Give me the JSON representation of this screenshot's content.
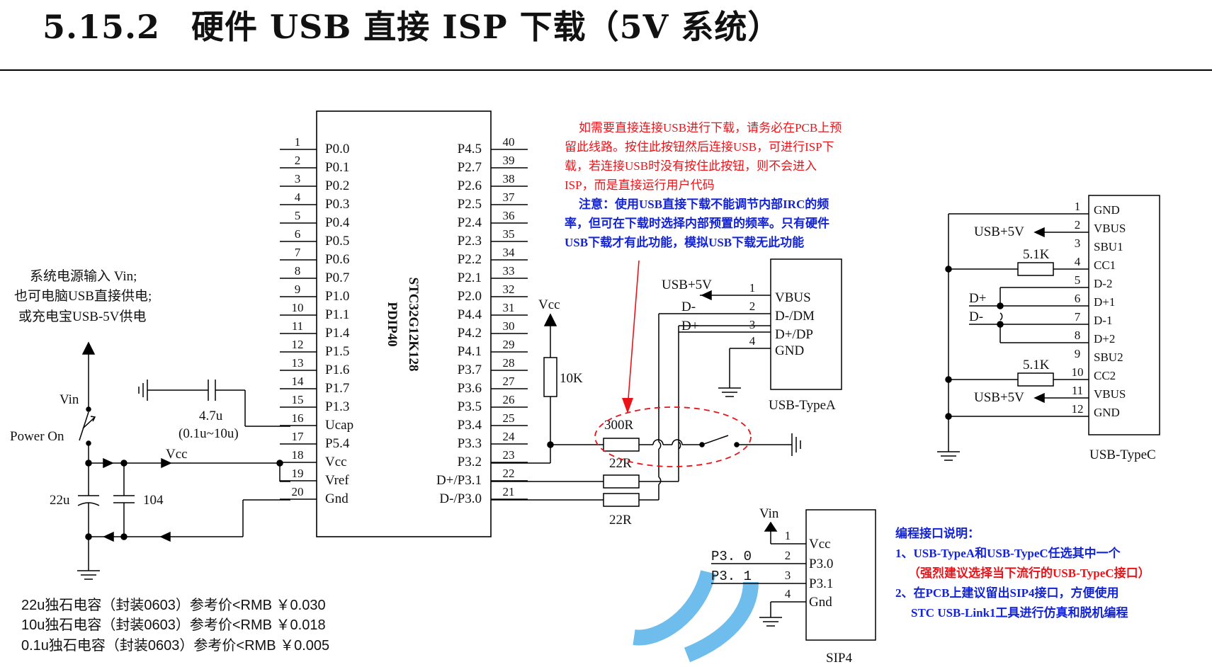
{
  "title": {
    "number": "5.15.2",
    "text": "硬件 USB 直接 ISP 下载（5V 系统）"
  },
  "chip": {
    "name": "STC32G12K128",
    "package": "PDIP40",
    "left_pins": [
      {
        "num": "1",
        "name": "P0.0"
      },
      {
        "num": "2",
        "name": "P0.1"
      },
      {
        "num": "3",
        "name": "P0.2"
      },
      {
        "num": "4",
        "name": "P0.3"
      },
      {
        "num": "5",
        "name": "P0.4"
      },
      {
        "num": "6",
        "name": "P0.5"
      },
      {
        "num": "7",
        "name": "P0.6"
      },
      {
        "num": "8",
        "name": "P0.7"
      },
      {
        "num": "9",
        "name": "P1.0"
      },
      {
        "num": "10",
        "name": "P1.1"
      },
      {
        "num": "11",
        "name": "P1.4"
      },
      {
        "num": "12",
        "name": "P1.5"
      },
      {
        "num": "13",
        "name": "P1.6"
      },
      {
        "num": "14",
        "name": "P1.7"
      },
      {
        "num": "15",
        "name": "P1.3"
      },
      {
        "num": "16",
        "name": "Ucap"
      },
      {
        "num": "17",
        "name": "P5.4"
      },
      {
        "num": "18",
        "name": "Vcc"
      },
      {
        "num": "19",
        "name": "Vref"
      },
      {
        "num": "20",
        "name": "Gnd"
      }
    ],
    "right_pins": [
      {
        "num": "40",
        "name": "P4.5"
      },
      {
        "num": "39",
        "name": "P2.7"
      },
      {
        "num": "38",
        "name": "P2.6"
      },
      {
        "num": "37",
        "name": "P2.5"
      },
      {
        "num": "36",
        "name": "P2.4"
      },
      {
        "num": "35",
        "name": "P2.3"
      },
      {
        "num": "34",
        "name": "P2.2"
      },
      {
        "num": "33",
        "name": "P2.1"
      },
      {
        "num": "32",
        "name": "P2.0"
      },
      {
        "num": "31",
        "name": "P4.4"
      },
      {
        "num": "30",
        "name": "P4.2"
      },
      {
        "num": "29",
        "name": "P4.1"
      },
      {
        "num": "28",
        "name": "P3.7"
      },
      {
        "num": "27",
        "name": "P3.6"
      },
      {
        "num": "26",
        "name": "P3.5"
      },
      {
        "num": "25",
        "name": "P3.4"
      },
      {
        "num": "24",
        "name": "P3.3"
      },
      {
        "num": "23",
        "name": "P3.2"
      },
      {
        "num": "22",
        "name": "D+/P3.1"
      },
      {
        "num": "21",
        "name": "D-/P3.0"
      }
    ]
  },
  "power_note": [
    "系统电源输入 Vin;",
    "也可电脑USB直接供电;",
    "或充电宝USB-5V供电"
  ],
  "labels": {
    "vin": "Vin",
    "power_on": "Power On",
    "vcc": "Vcc",
    "cap_ucap": "4.7u",
    "cap_ucap_range": "(0.1u~10u)",
    "cap_22u": "22u",
    "cap_104": "104",
    "r_10k": "10K",
    "r_300r": "300R",
    "r_22r_a": "22R",
    "r_22r_b": "22R",
    "usb5v": "USB+5V",
    "d_minus": "D-",
    "d_plus": "D+"
  },
  "usb_typea": {
    "title": "USB-TypeA",
    "pins": [
      {
        "num": "1",
        "name": "VBUS"
      },
      {
        "num": "2",
        "name": "D-/DM"
      },
      {
        "num": "3",
        "name": "D+/DP"
      },
      {
        "num": "4",
        "name": "GND"
      }
    ]
  },
  "usb_typec": {
    "title": "USB-TypeC",
    "r1": "5.1K",
    "r2": "5.1K",
    "usb5v_a": "USB+5V",
    "usb5v_b": "USB+5V",
    "dp": "D+",
    "dm": "D-",
    "pins": [
      {
        "num": "1",
        "name": "GND"
      },
      {
        "num": "2",
        "name": "VBUS"
      },
      {
        "num": "3",
        "name": "SBU1"
      },
      {
        "num": "4",
        "name": "CC1"
      },
      {
        "num": "5",
        "name": "D-2"
      },
      {
        "num": "6",
        "name": "D+1"
      },
      {
        "num": "7",
        "name": "D-1"
      },
      {
        "num": "8",
        "name": "D+2"
      },
      {
        "num": "9",
        "name": "SBU2"
      },
      {
        "num": "10",
        "name": "CC2"
      },
      {
        "num": "11",
        "name": "VBUS"
      },
      {
        "num": "12",
        "name": "GND"
      }
    ]
  },
  "sip4": {
    "title": "SIP4",
    "vin": "Vin",
    "p30": "P3. 0",
    "p31": "P3. 1",
    "pins": [
      {
        "num": "1",
        "name": "Vcc"
      },
      {
        "num": "2",
        "name": "P3.0"
      },
      {
        "num": "3",
        "name": "P3.1"
      },
      {
        "num": "4",
        "name": "Gnd"
      }
    ]
  },
  "red_note": [
    "如需要直接连接USB进行下载，请务必在PCB上预",
    "留此线路。按住此按钮然后连接USB，可进行ISP下",
    "载，若连接USB时没有按住此按钮，则不会进入",
    "ISP，而是直接运行用户代码"
  ],
  "blue_note": [
    "注意：使用USB直接下载不能调节内部IRC的频",
    "率，但可在下载时选择内部预置的频率。只有硬件",
    "USB下载才有此功能，模拟USB下载无此功能"
  ],
  "prog_note": {
    "title": "编程接口说明：",
    "line1": "1、USB-TypeA和USB-TypeC任选其中一个",
    "line2": "（强烈建议选择当下流行的USB-TypeC接口）",
    "line3": "2、在PCB上建议留出SIP4接口，方便使用",
    "line4": "STC USB-Link1工具进行仿真和脱机编程"
  },
  "bom": [
    "22u独石电容（封装0603）参考价<RMB ￥0.030",
    "10u独石电容（封装0603）参考价<RMB ￥0.018",
    "0.1u独石电容（封装0603）参考价<RMB ￥0.005"
  ],
  "colors": {
    "red": "#e8141a",
    "blue": "#1323d6",
    "watermark": "#3fa8e6"
  }
}
